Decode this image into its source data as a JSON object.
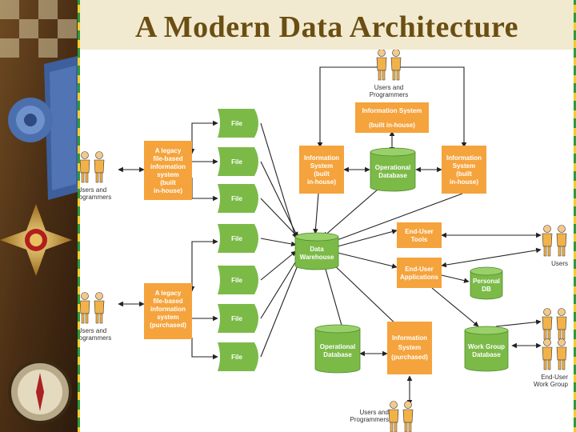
{
  "title": "A Modern Data Architecture",
  "colors": {
    "accent_title": "#6b4e12",
    "orange_box": "#f5a33c",
    "green_shape": "#7cba48",
    "border_green": "#2e9a3a",
    "border_yellow": "#f2cc2a",
    "title_band": "#f1ead0"
  },
  "photo": {
    "icon": "medal-and-compass-photo"
  },
  "diagram": {
    "files": [
      "File",
      "File",
      "File",
      "File",
      "File",
      "File",
      "File"
    ],
    "legacy_built": [
      "A legacy",
      "file-based",
      "information",
      "system",
      "(built",
      "in-house)"
    ],
    "legacy_purchased": [
      "A legacy",
      "file-based",
      "information",
      "system",
      "(purchased)"
    ],
    "info_sys_top": [
      "Information System",
      "(built in-house)"
    ],
    "info_sys_left": [
      "Information",
      "System",
      "(built",
      "in-house)"
    ],
    "info_sys_right": [
      "Information",
      "System",
      "(built",
      "in-house)"
    ],
    "info_sys_bottom": [
      "Information",
      "System",
      "(purchased)"
    ],
    "operational_db_top": [
      "Operational",
      "Database"
    ],
    "operational_db_bottom": [
      "Operational",
      "Database"
    ],
    "data_warehouse": [
      "Data",
      "Warehouse"
    ],
    "end_user_tools": [
      "End-User",
      "Tools"
    ],
    "end_user_apps": [
      "End-User",
      "Applications"
    ],
    "personal_db": [
      "Personal",
      "DB"
    ],
    "work_group_db": [
      "Work Group",
      "Database"
    ],
    "actors": {
      "top": [
        "Users and",
        "Programmers"
      ],
      "left_top": [
        "Users and",
        "Programmers"
      ],
      "left_bottom": [
        "Users and",
        "Programmers"
      ],
      "right_users": [
        "Users"
      ],
      "right_workgroup": [
        "End-User",
        "Work Group"
      ],
      "bottom": [
        "Users and",
        "Programmers"
      ]
    }
  }
}
